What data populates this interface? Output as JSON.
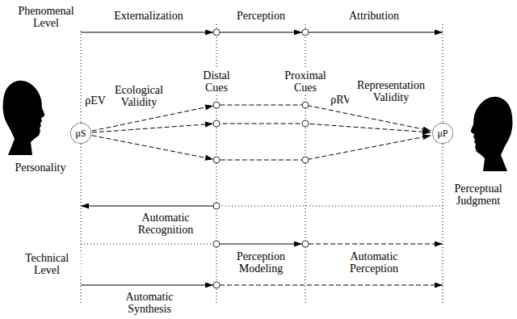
{
  "diagram": {
    "nodes": [
      {
        "text": [
          "μS"
        ]
      },
      {
        "text": [
          "μP"
        ]
      }
    ],
    "edges": [
      {
        "from": 0,
        "to": 1,
        "arrow": "to"
      },
      {
        "from": 0,
        "to": 1,
        "arrow": "to"
      },
      {
        "from": 0,
        "to": 1,
        "arrow": "to"
      }
    ],
    "labels": [
      "Phenomenal Level",
      "Externalization",
      "Perception",
      "Attribution",
      "ρEV",
      "Ecological Validity",
      "Distal Cues",
      "Proximal Cues",
      "ρRV",
      "Representation Validity",
      "Personality",
      "Perceptual Judgment",
      "Automatic Recognition",
      "Technical Level",
      "Perception Modeling",
      "Automatic Perception",
      "Automatic Synthesis"
    ]
  }
}
